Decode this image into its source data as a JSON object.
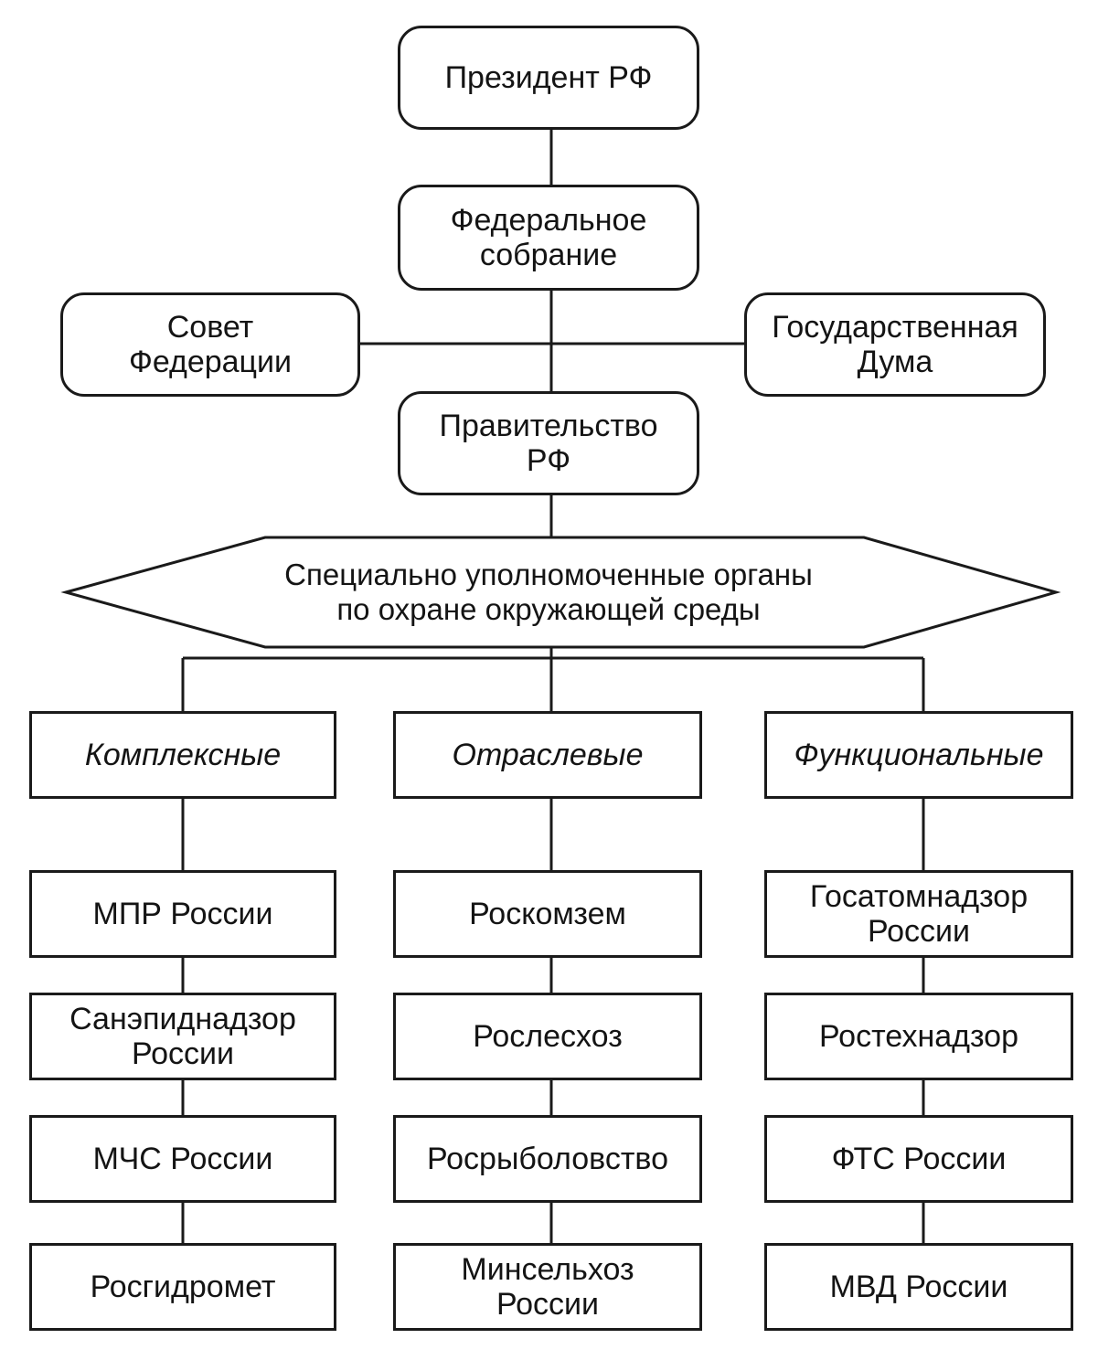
{
  "top": {
    "president": "Президент РФ",
    "assembly": "Федеральное\nсобрание",
    "federation_council": "Совет\nФедерации",
    "state_duma": "Государственная\nДума",
    "government": "Правительство\nРФ"
  },
  "hexagon": {
    "label": "Специально уполномоченные органы\nпо охране окружающей среды"
  },
  "categories": {
    "complex": "Комплексные",
    "sectoral": "Отраслевые",
    "functional": "Функциональные"
  },
  "columns": {
    "complex": [
      "МПР России",
      "Санэпиднадзор\nРоссии",
      "МЧС России",
      "Росгидромет"
    ],
    "sectoral": [
      "Роскомзем",
      "Рослесхоз",
      "Росрыболовство",
      "Минсельхоз\nРоссии"
    ],
    "functional": [
      "Госатомнадзор\nРоссии",
      "Ростехнадзор",
      "ФТС России",
      "МВД России"
    ]
  }
}
